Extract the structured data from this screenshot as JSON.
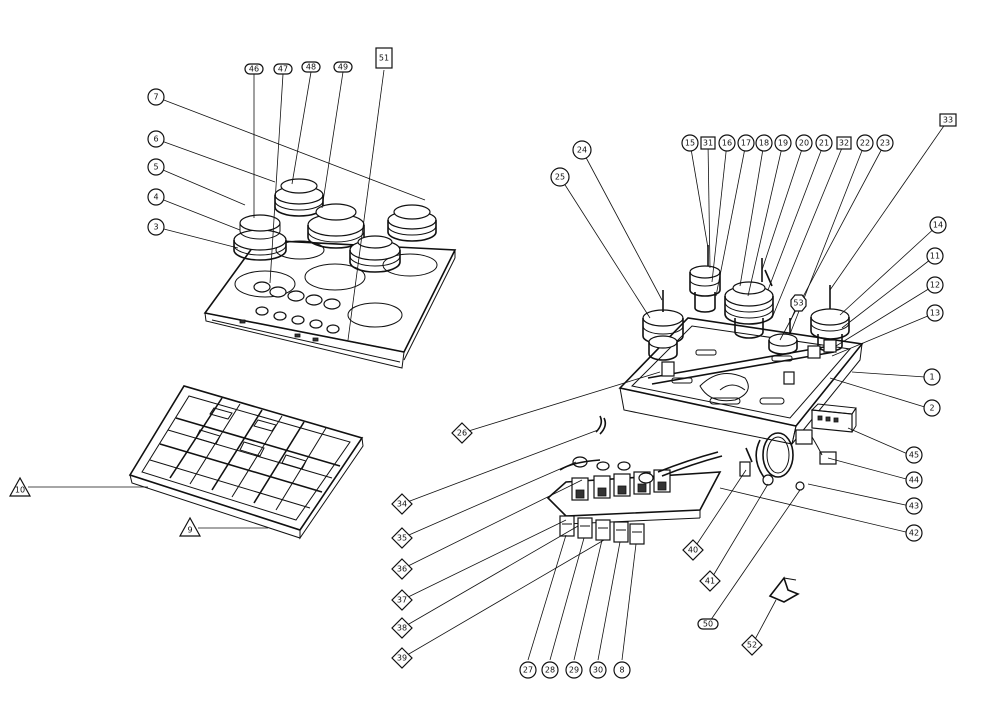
{
  "labels": {
    "l1": "1",
    "l2": "2",
    "l3": "3",
    "l4": "4",
    "l5": "5",
    "l6": "6",
    "l7": "7",
    "l8": "8",
    "l9": "9",
    "l10": "10",
    "l11": "11",
    "l12": "12",
    "l13": "13",
    "l14": "14",
    "l15": "15",
    "l16": "16",
    "l17": "17",
    "l18": "18",
    "l19": "19",
    "l20": "20",
    "l21": "21",
    "l22": "22",
    "l23": "23",
    "l24": "24",
    "l25": "25",
    "l26": "26",
    "l27": "27",
    "l28": "28",
    "l29": "29",
    "l30": "30",
    "l31": "31",
    "l32": "32",
    "l33": "33",
    "l34": "34",
    "l35": "35",
    "l36": "36",
    "l37": "37",
    "l38": "38",
    "l39": "39",
    "l40": "40",
    "l41": "41",
    "l42": "42",
    "l43": "43",
    "l44": "44",
    "l45": "45",
    "l46": "46",
    "l47": "47",
    "l48": "48",
    "l49": "49",
    "l50": "50",
    "l51": "51",
    "l52": "52",
    "l53": "53"
  }
}
